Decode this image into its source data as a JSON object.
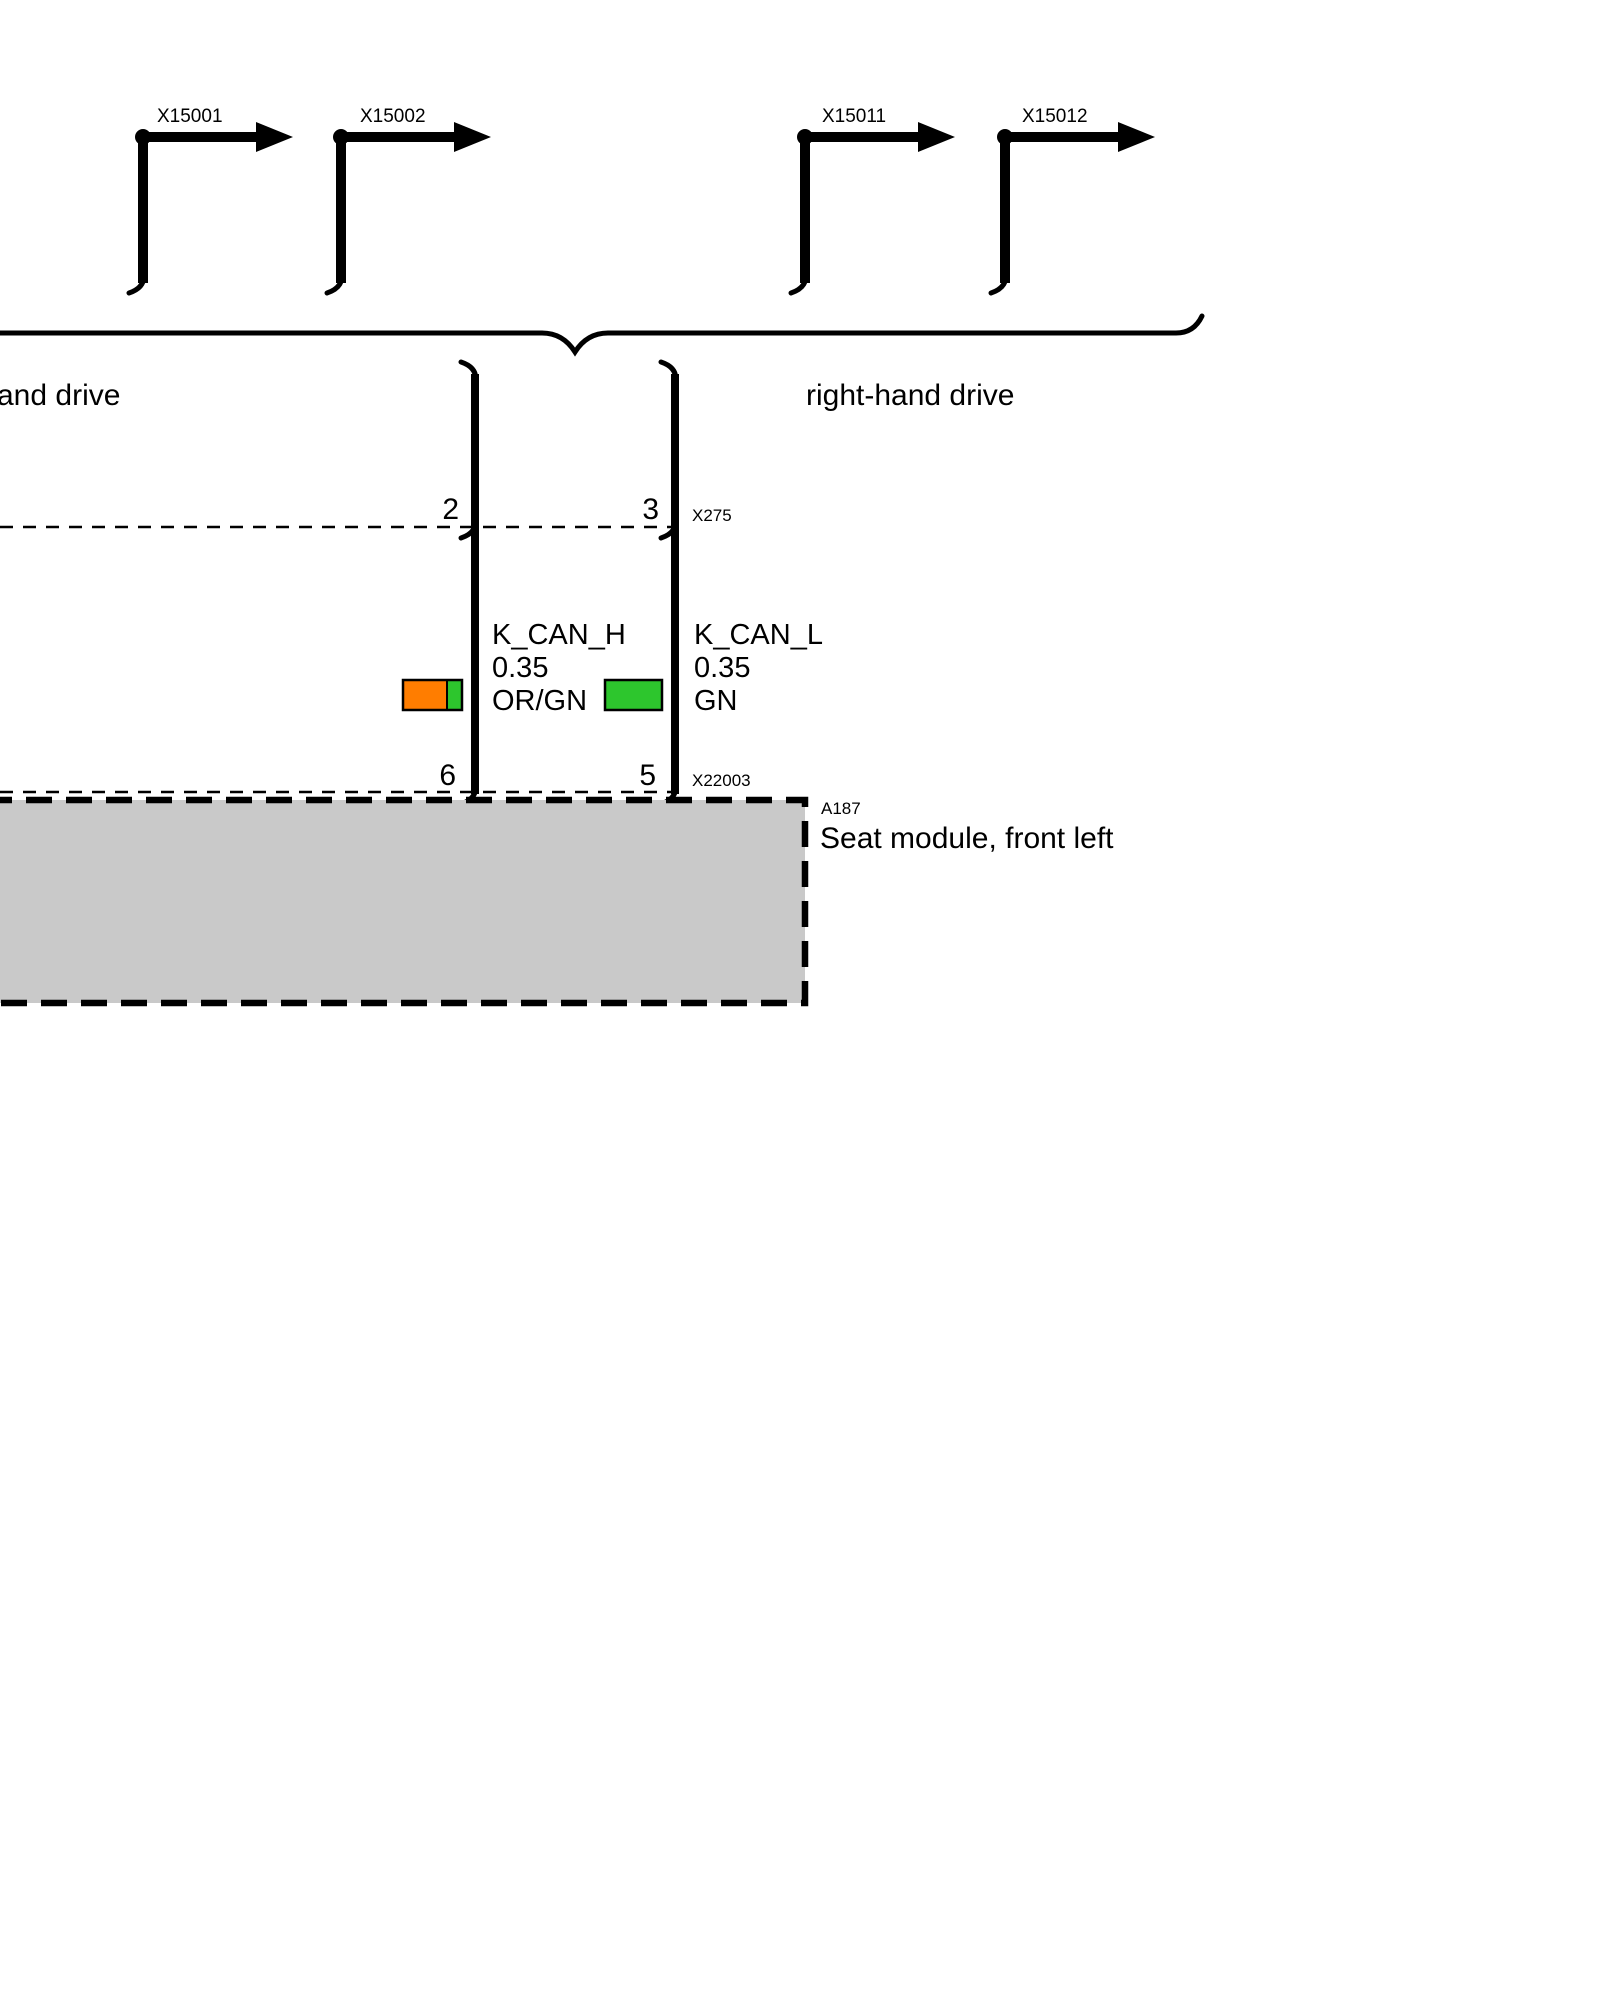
{
  "top_connectors": [
    {
      "id": "X15001"
    },
    {
      "id": "X15002"
    },
    {
      "id": "X15011"
    },
    {
      "id": "X15012"
    }
  ],
  "variants": {
    "left_label": "and drive",
    "right_label": "right-hand drive"
  },
  "rows": {
    "x275": {
      "id": "X275",
      "pin_left": "2",
      "pin_right": "3"
    },
    "x22003": {
      "id": "X22003",
      "pin_left": "6",
      "pin_right": "5"
    }
  },
  "wires": {
    "kcanh": {
      "signal": "K_CAN_H",
      "cross_section": "0.35",
      "color_code": "OR/GN"
    },
    "kcanl": {
      "signal": "K_CAN_L",
      "cross_section": "0.35",
      "color_code": "GN"
    }
  },
  "module": {
    "id": "A187",
    "name": "Seat module, front left"
  },
  "colors": {
    "wire_orange": "#FF7D00",
    "wire_green": "#2DC62D",
    "module_fill": "#C9C9C9"
  }
}
